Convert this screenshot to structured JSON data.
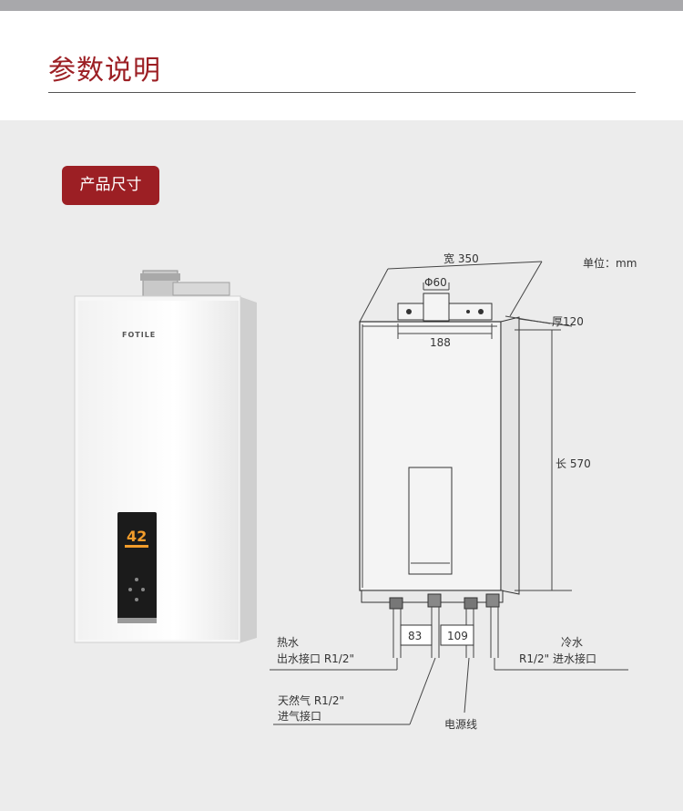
{
  "page": {
    "title": "参数说明"
  },
  "section": {
    "badge": "产品尺寸"
  },
  "product": {
    "brand": "FOTILE",
    "display_temp": "42"
  },
  "diagram": {
    "unit": "单位：mm",
    "width": "宽 350",
    "flue": "Φ60",
    "bracket": "188",
    "depth": "厚120",
    "length": "长 570",
    "dim_83": "83",
    "dim_109": "109",
    "hot_water_1": "热水",
    "hot_water_2": "出水接口 R1/2\"",
    "cold_water_1": "冷水",
    "cold_water_2": "R1/2\"  进水接口",
    "gas_1": "天然气 R1/2\"",
    "gas_2": "进气接口",
    "power": "电源线"
  }
}
